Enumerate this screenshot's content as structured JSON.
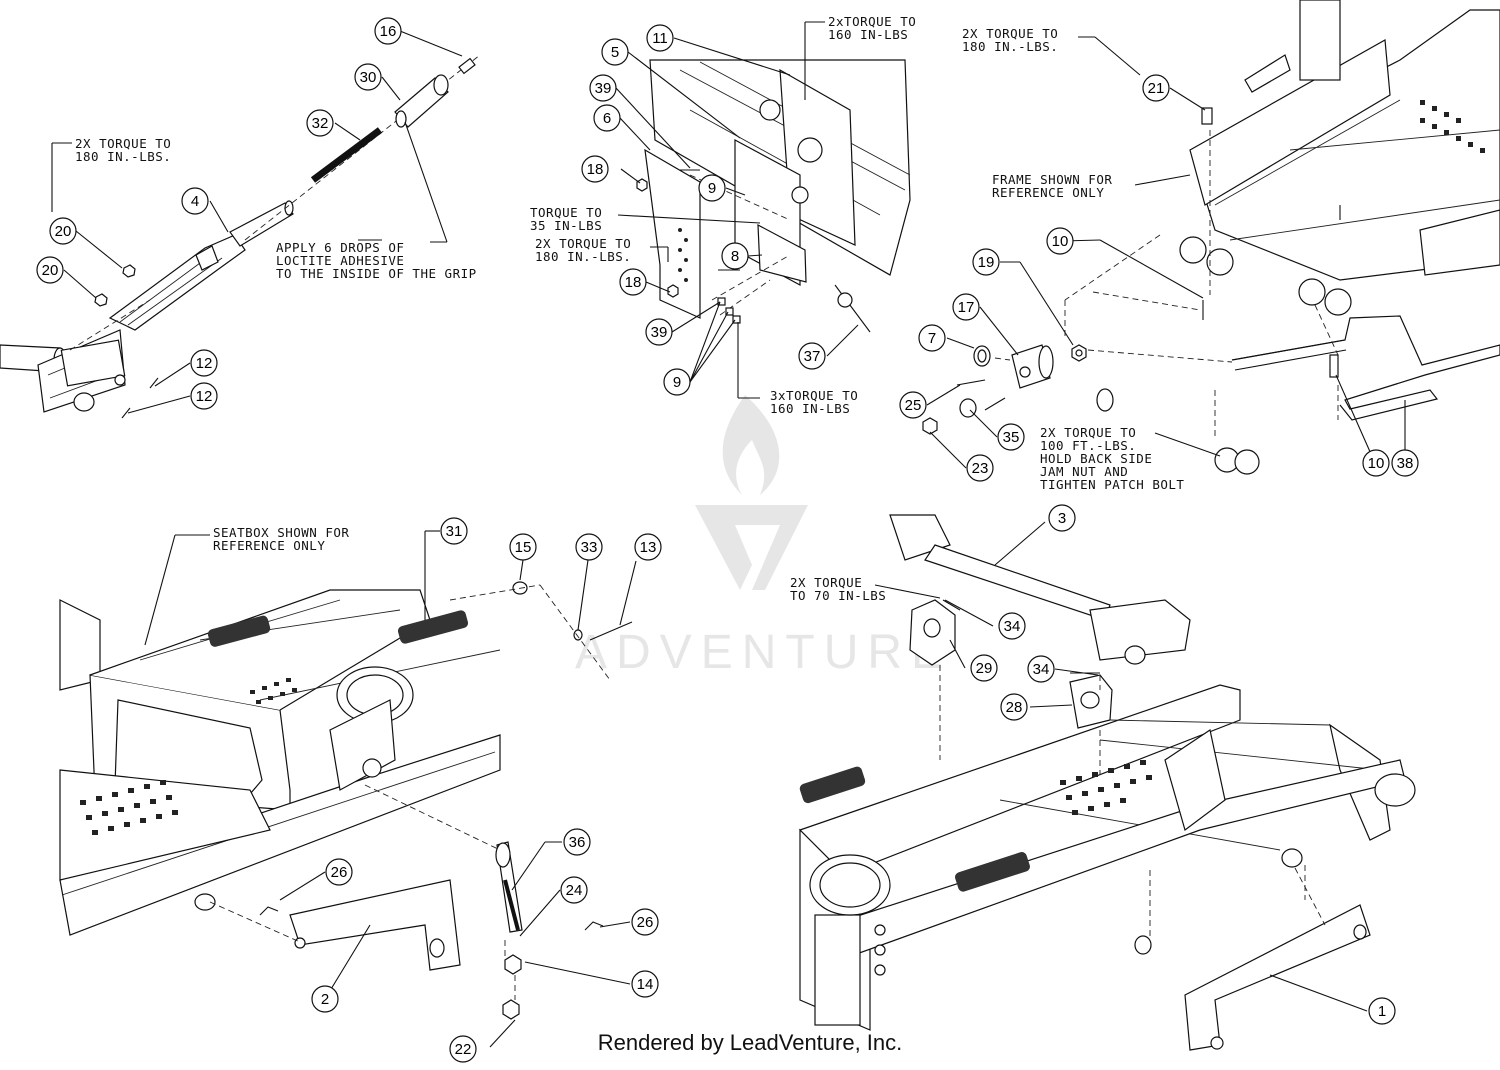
{
  "footer": {
    "rendered_by": "Rendered by LeadVenture, Inc."
  },
  "watermark": {
    "text": "ADVENTURE",
    "color": "#e6e6e6"
  },
  "notes": {
    "n1": [
      "2X TORQUE TO",
      "180 IN.-LBS."
    ],
    "n2": [
      "APPLY 6 DROPS OF",
      "LOCTITE ADHESIVE",
      "TO THE INSIDE OF THE GRIP"
    ],
    "n3": [
      "2xTORQUE TO",
      "160 IN-LBS"
    ],
    "n4": [
      "TORQUE TO",
      "35 IN-LBS"
    ],
    "n5": [
      "2X TORQUE TO",
      "180 IN.-LBS."
    ],
    "n6": [
      "3xTORQUE TO",
      "160 IN-LBS"
    ],
    "n7": [
      "2X TORQUE TO",
      "180 IN.-LBS."
    ],
    "n8": [
      "FRAME SHOWN FOR",
      "REFERENCE ONLY"
    ],
    "n9": [
      "2X TORQUE TO",
      "100 FT.-LBS.",
      "HOLD BACK SIDE",
      "JAM NUT AND",
      "TIGHTEN PATCH BOLT"
    ],
    "n10": [
      "SEATBOX SHOWN FOR",
      "REFERENCE ONLY"
    ],
    "n11": [
      "2X TORQUE",
      "TO 70 IN-LBS"
    ]
  },
  "callouts": {
    "c16": "16",
    "c30": "30",
    "c32": "32",
    "c4": "4",
    "c20a": "20",
    "c20b": "20",
    "c12a": "12",
    "c12b": "12",
    "c5": "5",
    "c11": "11",
    "c39a": "39",
    "c6": "6",
    "c18a": "18",
    "c9a": "9",
    "c8": "8",
    "c18b": "18",
    "c39b": "39",
    "c9b": "9",
    "c37": "37",
    "c21": "21",
    "c10a": "10",
    "c19": "19",
    "c17": "17",
    "c7": "7",
    "c25": "25",
    "c35": "35",
    "c23": "23",
    "c10b": "10",
    "c38": "38",
    "c31": "31",
    "c15": "15",
    "c33": "33",
    "c13": "13",
    "c36": "36",
    "c24": "24",
    "c26a": "26",
    "c26b": "26",
    "c14": "14",
    "c2": "2",
    "c22": "22",
    "c3": "3",
    "c34a": "34",
    "c29": "29",
    "c34b": "34",
    "c28": "28",
    "c1": "1"
  }
}
